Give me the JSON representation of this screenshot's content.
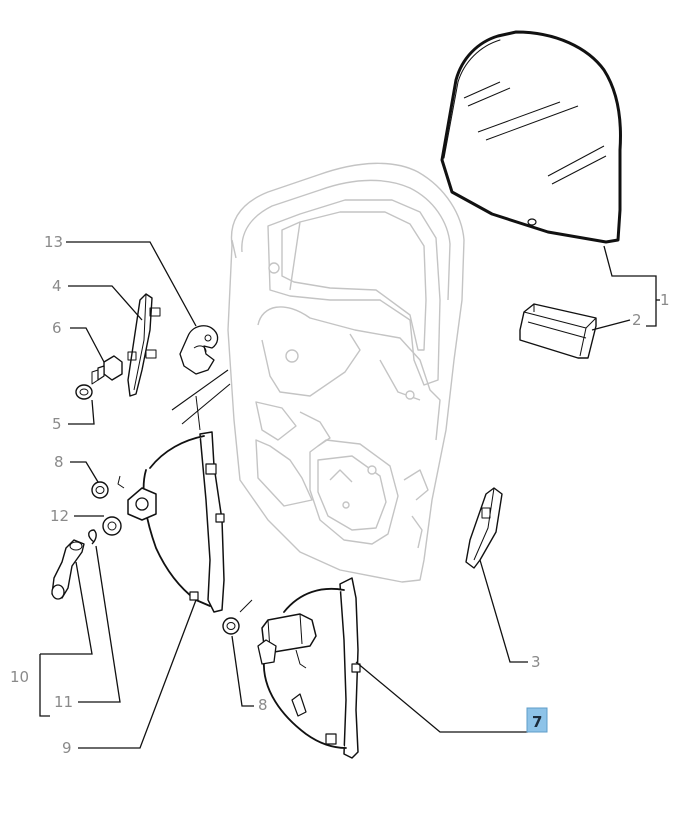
{
  "callouts": [
    {
      "id": "1",
      "label": "1"
    },
    {
      "id": "2",
      "label": "2"
    },
    {
      "id": "3",
      "label": "3"
    },
    {
      "id": "4",
      "label": "4"
    },
    {
      "id": "5",
      "label": "5"
    },
    {
      "id": "6",
      "label": "6"
    },
    {
      "id": "7",
      "label": "7",
      "highlighted": true
    },
    {
      "id": "8a",
      "label": "8"
    },
    {
      "id": "8b",
      "label": "8"
    },
    {
      "id": "9",
      "label": "9"
    },
    {
      "id": "10",
      "label": "10"
    },
    {
      "id": "11",
      "label": "11"
    },
    {
      "id": "12",
      "label": "12"
    },
    {
      "id": "13",
      "label": "13"
    }
  ],
  "colors": {
    "callout_text": "#8a8a8a",
    "highlight": "#8ec3e8",
    "door_frame": "#c4c4c4",
    "parts": "#111111"
  }
}
